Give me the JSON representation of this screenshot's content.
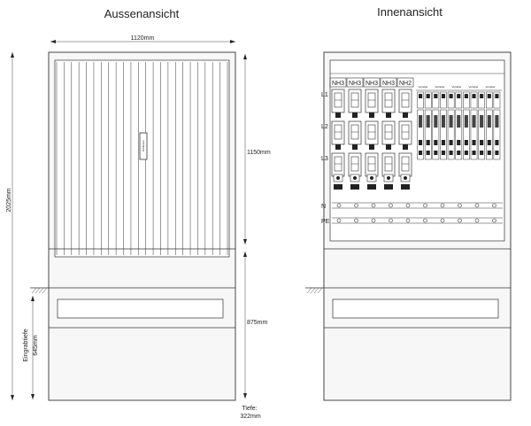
{
  "titles": {
    "outside": "Aussenansicht",
    "inside": "Innenansicht"
  },
  "dimensions": {
    "width": "1120mm",
    "total_height": "2025mm",
    "upper_height": "1150mm",
    "lower_height": "875mm",
    "burial_depth_label": "Eingrabtiefe",
    "burial_depth_value": "645mm",
    "depth_label": "Tiefe:",
    "depth_value": "322mm"
  },
  "door_label": "Schlüssel",
  "fuse_bases": [
    "NH3",
    "NH3",
    "NH3",
    "NH3",
    "NH2"
  ],
  "phases": [
    "L1",
    "L2",
    "L3"
  ],
  "busbars": [
    "N",
    "PE"
  ],
  "breaker_group_label": "Verteiler",
  "breaker_group_count": 5,
  "breaker_count": 11,
  "terminal_count": 10,
  "door_slats": 23
}
